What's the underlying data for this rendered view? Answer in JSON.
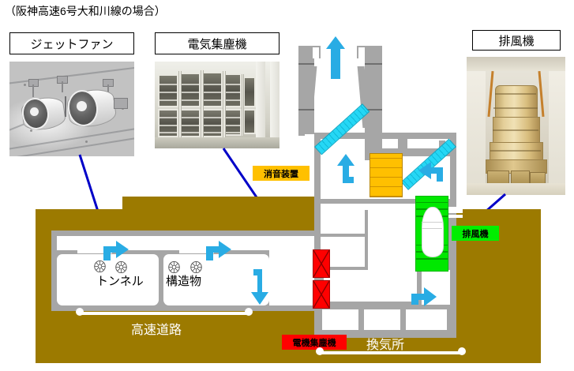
{
  "header": {
    "caption": "（阪神高速6号大和川線の場合）"
  },
  "photos": [
    {
      "id": "jet-fan",
      "title": "ジェットファン",
      "alt": "tunnel ceiling jet fans"
    },
    {
      "id": "dust-collector",
      "title": "電気集塵機",
      "alt": "electrostatic precipitator frames"
    },
    {
      "id": "exhaust-fan",
      "title": "排風機",
      "alt": "large exhaust fan machine"
    }
  ],
  "diagram": {
    "labels": {
      "tunnel": "トンネル",
      "structure": "構造物",
      "expressway": "高速道路",
      "ventilation_station": "換気所"
    },
    "callouts": [
      {
        "id": "silencer",
        "text": "消音装置",
        "color": "#ffc000"
      },
      {
        "id": "exhaust-fan",
        "text": "排風機",
        "color": "#00ee00"
      },
      {
        "id": "dust-collector",
        "text": "電機集塵機",
        "color": "#ff0000"
      }
    ]
  },
  "colors": {
    "earth": "#9c7a00",
    "concrete": "#a6a6a6",
    "void": "#ffffff",
    "duct_cyan": "#25d7f5",
    "arrow_blue": "#29ace4",
    "leader_blue": "#0000c8",
    "silencer_yellow": "#ffc000",
    "fan_green": "#00e800",
    "collector_red": "#ff0000"
  }
}
